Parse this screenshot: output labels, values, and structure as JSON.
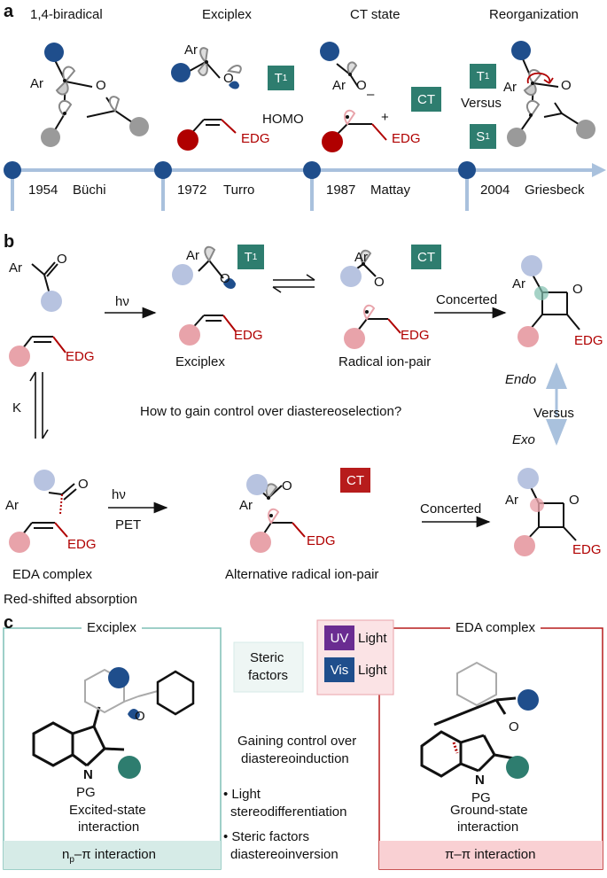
{
  "panel_a": {
    "letter": "a",
    "headers": [
      "1,4-biradical",
      "Exciplex",
      "CT state",
      "Reorganization"
    ],
    "timeline": [
      {
        "year": "1954",
        "name": "Büchi"
      },
      {
        "year": "1972",
        "name": "Turro"
      },
      {
        "year": "1987",
        "name": "Mattay"
      },
      {
        "year": "2004",
        "name": "Griesbeck"
      }
    ],
    "labels": {
      "ar": "Ar",
      "o": "O",
      "minus": "–",
      "plus": "+",
      "homo": "HOMO",
      "edg": "EDG",
      "versus": "Versus",
      "t1": "T",
      "t1_sub": "1",
      "s1": "S",
      "s1_sub": "1",
      "ct": "CT"
    }
  },
  "panel_b": {
    "letter": "b",
    "hv": "hν",
    "pet": "PET",
    "k": "K",
    "exciplex": "Exciplex",
    "radical_ion_pair": "Radical ion-pair",
    "concerted": "Concerted",
    "question": "How to gain control over diastereoselection?",
    "endo": "Endo",
    "exo": "Exo",
    "versus": "Versus",
    "eda_complex": "EDA complex",
    "red_shift": "Red-shifted absorption",
    "alt_radical": "Alternative radical ion-pair",
    "edg": "EDG",
    "ar": "Ar",
    "o": "O",
    "ct": "CT",
    "t1": "T",
    "t1_sub": "1"
  },
  "panel_c": {
    "letter": "c",
    "left_title": "Exciplex",
    "left_caption_1": "Excited-state",
    "left_caption_2": "interaction",
    "left_footer_pre": "n",
    "left_footer_sub": "p",
    "left_footer_post": "–π interaction",
    "steric_1": "Steric",
    "steric_2": "factors",
    "uv": "UV",
    "vis": "Vis",
    "light": "Light",
    "center_1": "Gaining control over",
    "center_2": "diastereoinduction",
    "bullet_1a": "Light",
    "bullet_1b": "stereodifferentiation",
    "bullet_2a": "Steric factors",
    "bullet_2b": "diastereoinversion",
    "right_title": "EDA complex",
    "right_caption_1": "Ground-state",
    "right_caption_2": "interaction",
    "right_footer": "π–π interaction",
    "n_label": "N",
    "pg_label": "PG",
    "o_label": "O"
  },
  "colors": {
    "navy": "#1f4e8c",
    "light_blue": "#b7c3e0",
    "teal": "#2e7d6f",
    "crimson": "#b71c1c",
    "pink": "#e8a3aa",
    "gray": "#9a9a9a",
    "timeline": "#a9c1dd"
  }
}
